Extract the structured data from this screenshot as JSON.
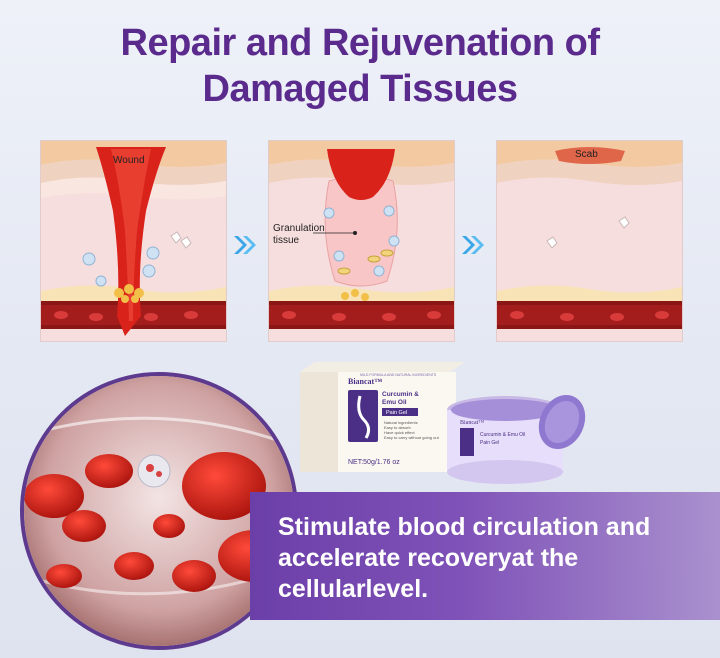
{
  "title": {
    "line1": "Repair and Rejuvenation of",
    "line2": "Damaged Tissues"
  },
  "stages": [
    {
      "label": "Wound"
    },
    {
      "label": "Granulation\ntissue",
      "label_line1": "Granulation",
      "label_line2": "tissue"
    },
    {
      "label": "Scab"
    }
  ],
  "product": {
    "brand": "Biancat™",
    "box_tagline": "MILD FORMULA AND NATURAL INGREDIENTS",
    "name_line1": "Curcumin &",
    "name_line2": "Emu Oil",
    "type": "Pain Gel",
    "benefits": [
      "Natural ingredients",
      "Easy to absorb",
      "Have quick effect",
      "Easy to carry without going out"
    ],
    "net_weight": "NET:50g/1.76 oz",
    "jar_brand": "Biancat™",
    "jar_name": "Curcumin & Emu Oil",
    "jar_type": "Pain Gel"
  },
  "banner": {
    "line1": "Stimulate blood circulation and",
    "line2": "accelerate recoveryat the",
    "line3": "cellularlevel."
  },
  "colors": {
    "title": "#5a2a8c",
    "banner": "#6b3fa8",
    "wound": "#d8221a",
    "skin": "#f6dcdc",
    "blood_vessel": "#8a1616",
    "arrow": "#3aa6e8"
  },
  "icons": [
    "double-chevron-right-icon",
    "double-chevron-right-icon"
  ]
}
